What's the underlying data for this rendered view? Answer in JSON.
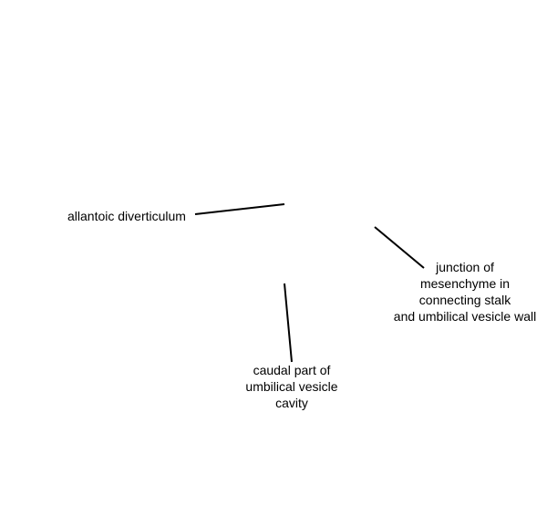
{
  "diagram": {
    "line_color": "#000000",
    "labels": {
      "allantoic": {
        "line1": "allantoic diverticulum"
      },
      "junction": {
        "line1": "junction of",
        "line2": "mesenchyme in",
        "line3": "connecting stalk",
        "line4": "and umbilical vesicle wall"
      },
      "caudal": {
        "line1": "caudal part of",
        "line2": "umbilical vesicle",
        "line3": "cavity"
      }
    }
  }
}
